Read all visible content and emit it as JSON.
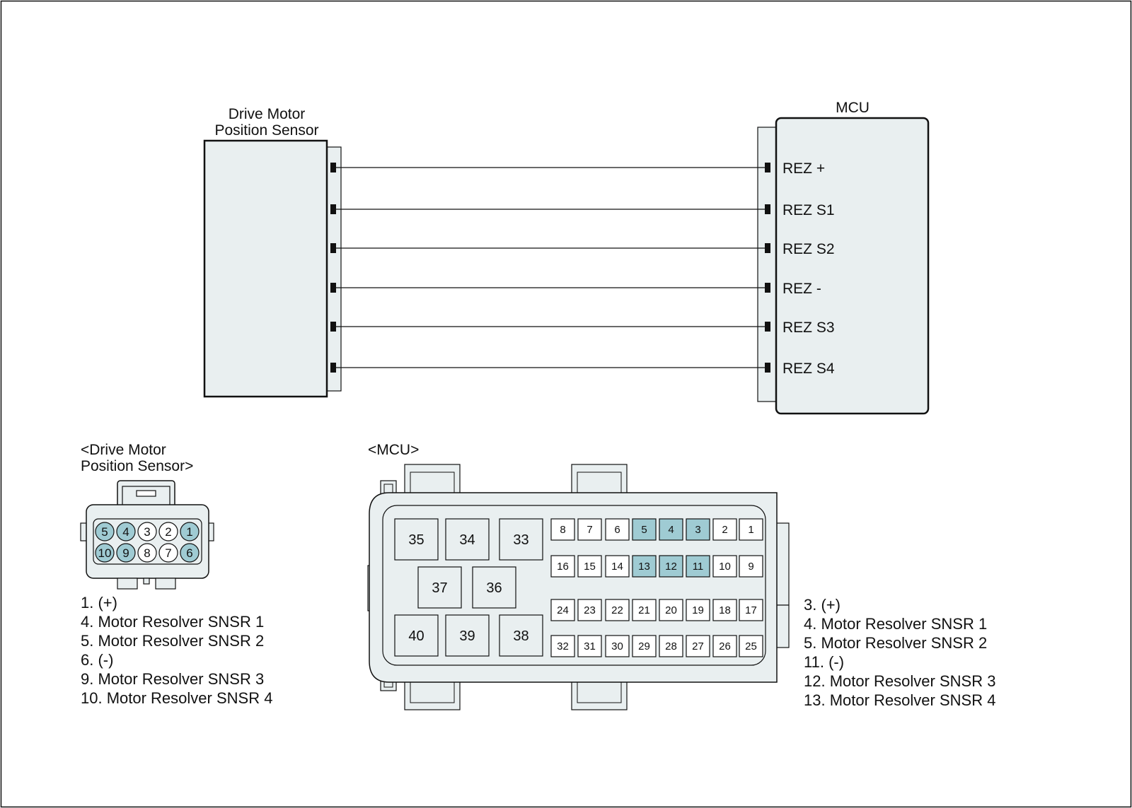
{
  "colors": {
    "body_fill": "#e9eff0",
    "highlight": "#9fcbd3",
    "line": "#111111",
    "background": "#ffffff"
  },
  "schematic": {
    "sensor_title_line1": "Drive Motor",
    "sensor_title_line2": "Position Sensor",
    "mcu_title": "MCU",
    "signals": [
      "REZ +",
      "REZ S1",
      "REZ S2",
      "REZ -",
      "REZ S3",
      "REZ S4"
    ]
  },
  "sensor_connector": {
    "caption_line1": "<Drive Motor",
    "caption_line2": "Position Sensor>",
    "top_row": [
      "5",
      "4",
      "3",
      "2",
      "1"
    ],
    "bottom_row": [
      "10",
      "9",
      "8",
      "7",
      "6"
    ],
    "highlighted": [
      "1",
      "4",
      "5",
      "6",
      "9",
      "10"
    ],
    "legend": [
      "1. (+)",
      "4. Motor Resolver SNSR 1",
      "5. Motor Resolver SNSR 2",
      "6. (-)",
      "9. Motor Resolver SNSR 3",
      "10. Motor Resolver SNSR 4"
    ]
  },
  "mcu_connector": {
    "caption": "<MCU>",
    "large_pins": {
      "row1": [
        "35",
        "34",
        "33"
      ],
      "row2": [
        "37",
        "36"
      ],
      "row3": [
        "40",
        "39",
        "38"
      ]
    },
    "small_rows": [
      [
        "8",
        "7",
        "6",
        "5",
        "4",
        "3",
        "2",
        "1"
      ],
      [
        "16",
        "15",
        "14",
        "13",
        "12",
        "11",
        "10",
        "9"
      ],
      [
        "24",
        "23",
        "22",
        "21",
        "20",
        "19",
        "18",
        "17"
      ],
      [
        "32",
        "31",
        "30",
        "29",
        "28",
        "27",
        "26",
        "25"
      ]
    ],
    "highlighted": [
      "3",
      "4",
      "5",
      "11",
      "12",
      "13"
    ],
    "legend": [
      "3. (+)",
      "4. Motor Resolver SNSR 1",
      "5. Motor Resolver SNSR 2",
      "11. (-)",
      "12. Motor Resolver SNSR 3",
      "13. Motor Resolver SNSR 4"
    ]
  }
}
